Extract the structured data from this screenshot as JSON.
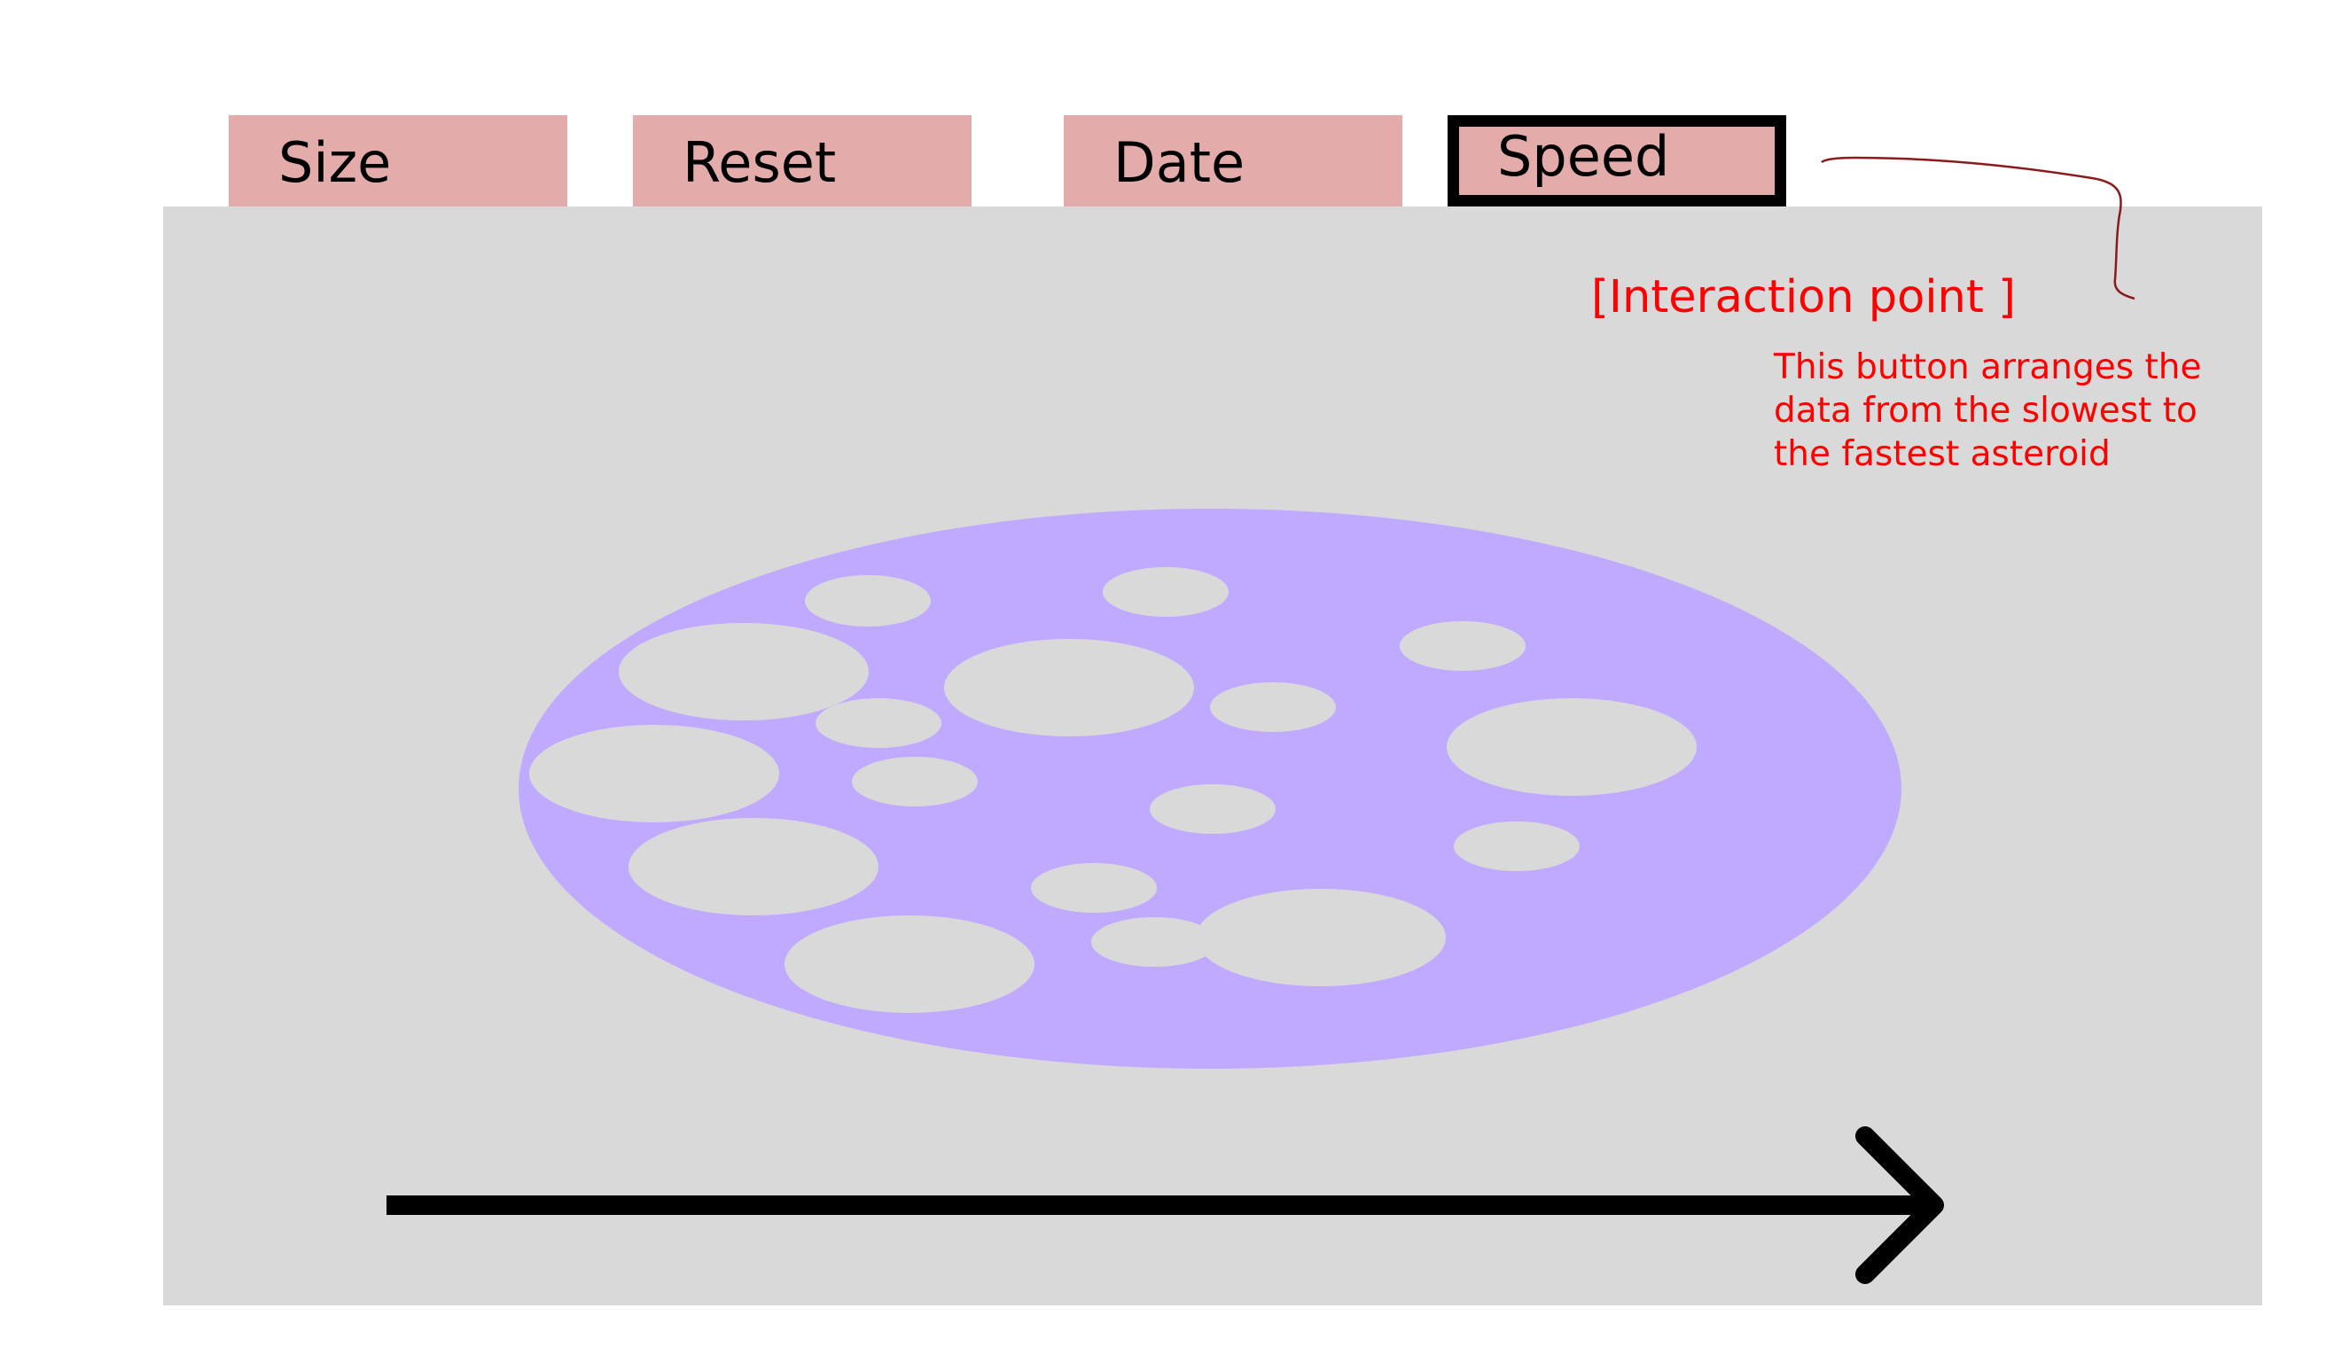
{
  "tabs": [
    {
      "label": "Size",
      "active": false
    },
    {
      "label": "Reset",
      "active": false
    },
    {
      "label": "Date",
      "active": false
    },
    {
      "label": "Speed",
      "active": true
    }
  ],
  "annotation": {
    "title": "[Interaction point ]",
    "description": "This button arranges the data from the slowest to the fastest asteroid"
  },
  "visualization": {
    "blob_color": "#c0aaff",
    "asteroid_color": "#d9d9d9",
    "axis_icon": "right-arrow-icon"
  },
  "colors": {
    "tab_bg": "#e3acab",
    "canvas_bg": "#d9d9d9",
    "annotation": "#ff0000",
    "connector": "#8b1a1a"
  }
}
